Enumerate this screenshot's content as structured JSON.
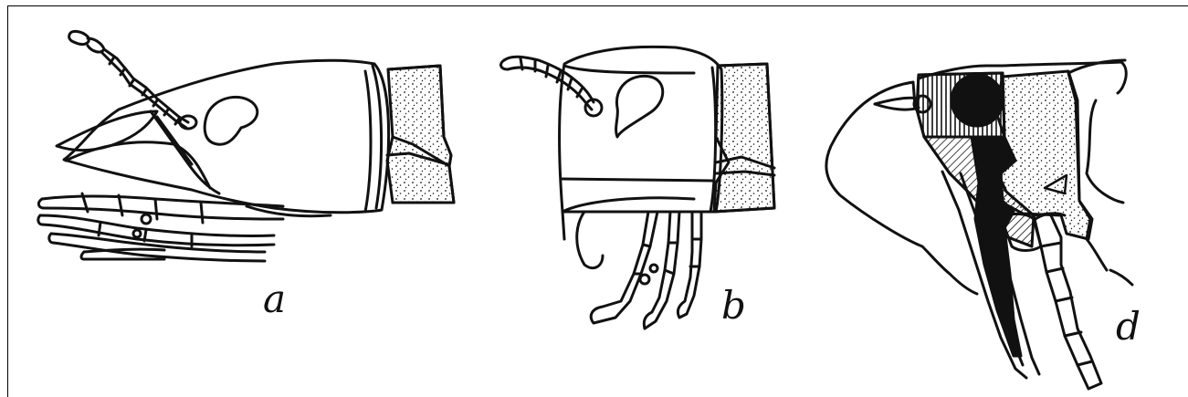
{
  "figure": {
    "panels": [
      {
        "id": "a",
        "label": "a"
      },
      {
        "id": "b",
        "label": "b"
      },
      {
        "id": "d",
        "label": "d"
      }
    ]
  },
  "colors": {
    "ink": "#111111",
    "background": "#ffffff"
  }
}
